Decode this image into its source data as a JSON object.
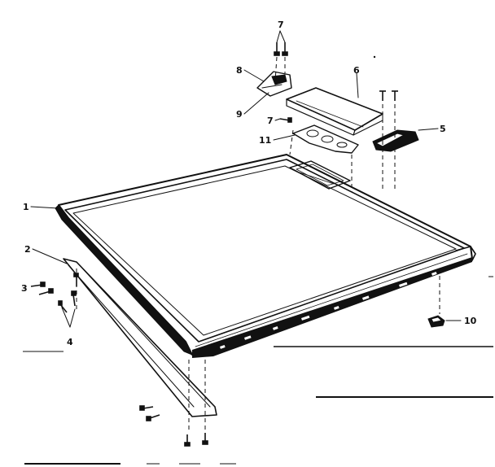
{
  "diagram": {
    "callouts": {
      "c1": "1",
      "c2": "2",
      "c3": "3",
      "c4": "4",
      "c5": "5",
      "c6": "6",
      "c7_top": "7",
      "c7_mid": "7",
      "c8": "8",
      "c9": "9",
      "c10": "10",
      "c11": "11"
    }
  },
  "colors": {
    "ink": "#111111",
    "lid_fill": "#ffffff",
    "shade": "#9a9a9a",
    "background": "#ffffff"
  },
  "icons": [
    "screw-icon",
    "hinge-icon",
    "bracket-icon",
    "foot-icon"
  ]
}
